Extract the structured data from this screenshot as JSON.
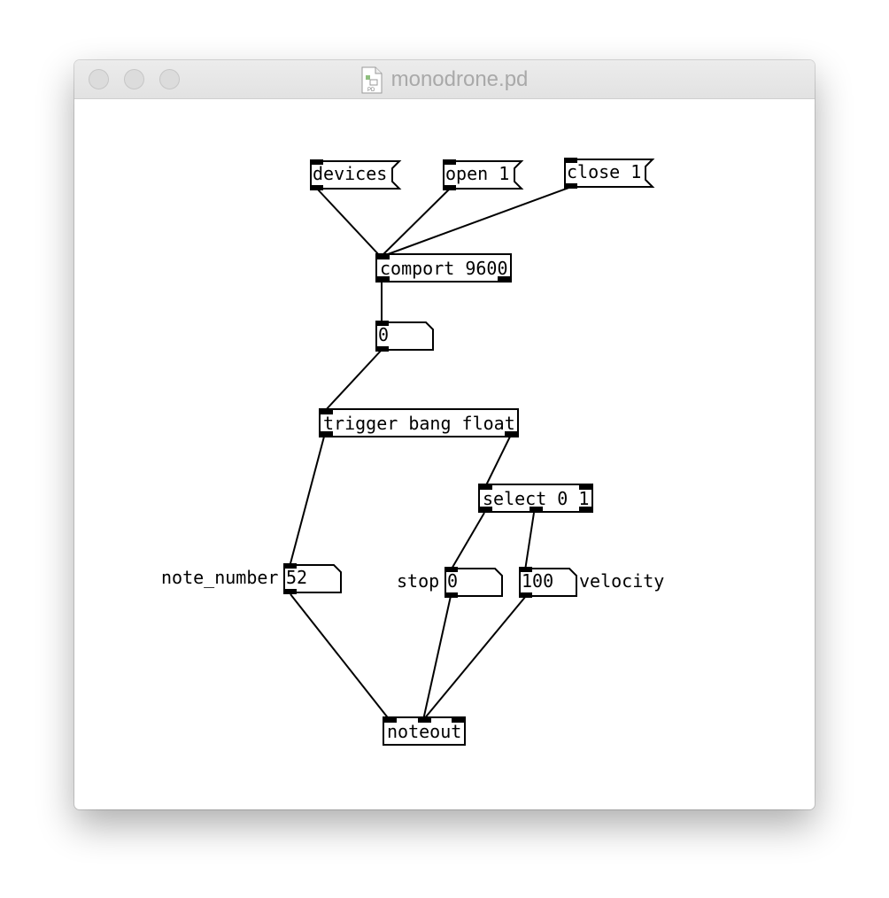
{
  "window": {
    "title": "monodrone.pd",
    "file_icon_caption": "PD"
  },
  "patch": {
    "messages": {
      "devices": "devices",
      "open": "open 1",
      "close": "close 1"
    },
    "objects": {
      "comport": "comport 9600",
      "trigger": "trigger bang float",
      "select": "select 0 1",
      "noteout": "noteout"
    },
    "number_boxes": {
      "comport_value": "0",
      "note_number": "52",
      "stop": "0",
      "velocity": "100"
    },
    "labels": {
      "note_number": "note_number",
      "stop": "stop",
      "velocity": "velocity"
    }
  },
  "colors": {
    "wire": "#000000",
    "title_text": "#a9a9a9"
  }
}
